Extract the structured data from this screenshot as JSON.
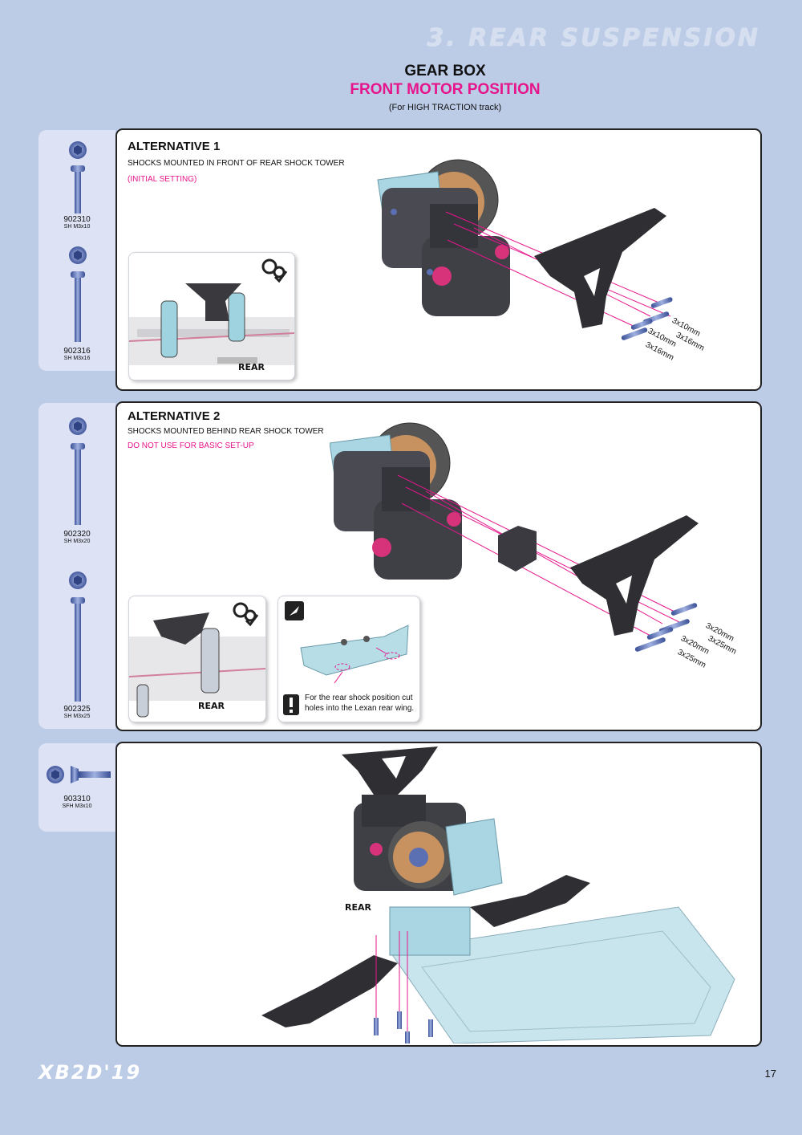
{
  "page": {
    "section": "3. REAR SUSPENSION",
    "title": "GEAR BOX",
    "subtitle": "FRONT MOTOR POSITION",
    "note": "(For HIGH TRACTION track)",
    "brand": "XB2D'19",
    "page_number": "17"
  },
  "hardware": [
    {
      "code": "902310",
      "desc": "SH M3x10"
    },
    {
      "code": "902316",
      "desc": "SH M3x16"
    },
    {
      "code": "902320",
      "desc": "SH M3x20"
    },
    {
      "code": "902325",
      "desc": "SH M3x25"
    },
    {
      "code": "903310",
      "desc": "SFH M3x10"
    }
  ],
  "alt1": {
    "title": "ALTERNATIVE 1",
    "desc": "SHOCKS MOUNTED IN FRONT OF REAR SHOCK TOWER",
    "note": "(INITIAL SETTING)",
    "rear_label": "REAR",
    "dims": [
      "3x10mm",
      "3x16mm",
      "3x10mm",
      "3x16mm"
    ]
  },
  "alt2": {
    "title": "ALTERNATIVE 2",
    "desc": "SHOCKS MOUNTED BEHIND REAR SHOCK TOWER",
    "note": "DO NOT USE FOR BASIC SET-UP",
    "rear_label": "REAR",
    "warning": "For the rear shock position cut holes into the Lexan rear wing.",
    "dims": [
      "3x20mm",
      "3x25mm",
      "3x20mm",
      "3x25mm"
    ]
  },
  "assembly": {
    "rear_label": "REAR"
  },
  "colors": {
    "accent": "#e6158c",
    "background": "#bccbe6",
    "screw": "#5b6fb3"
  }
}
